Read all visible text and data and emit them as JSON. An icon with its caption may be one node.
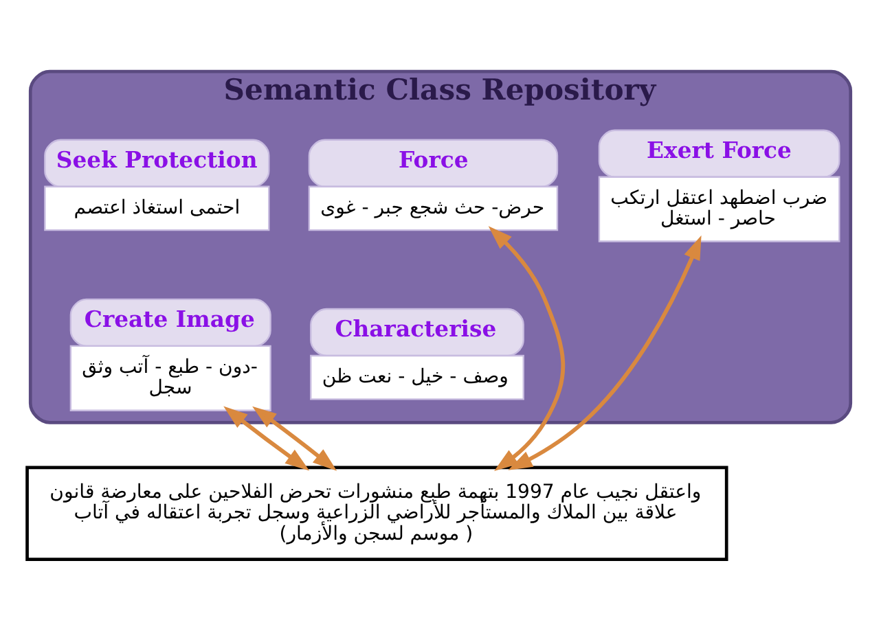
{
  "diagram": {
    "nodes": [
      {
        "text": [
          "واعتقل نجيب عام 1997 بتهمة طبع منشورات تحرض الفلاحين على معارضة قانون علاقة بين الملاك والمستأجر للأراضي الزراعية وسجل تجربة اعتقاله في آتاب (موسم لسجن والأزمار )"
        ]
      },
      {
        "text": [
          "Semantic Class Repository"
        ]
      },
      {
        "text": [
          "Force",
          "حرض- حث شجع جبر - غوى"
        ],
        "in": 1
      },
      {
        "text": [
          "Characterise",
          "وصف - خيل - نعت ظن"
        ],
        "in": 1
      },
      {
        "text": [
          "Seek Protection",
          "احتمى استغاذ اعتصم"
        ],
        "in": 1
      },
      {
        "text": [
          "Create Image",
          "دون - طبع - آتب وثق-سجل"
        ],
        "in": 1
      },
      {
        "text": [
          "Exert Force",
          "ضرب اضطهد اعتقل ارتكب حاصر - استغل"
        ],
        "in": 1
      }
    ],
    "edges": [
      {
        "from": 2,
        "to": 0,
        "arrow": "both"
      },
      {
        "from": 5,
        "to": 0,
        "arrow": "both"
      },
      {
        "from": 5,
        "to": 0,
        "arrow": "both"
      },
      {
        "from": 6,
        "to": 0,
        "arrow": "both"
      }
    ]
  }
}
